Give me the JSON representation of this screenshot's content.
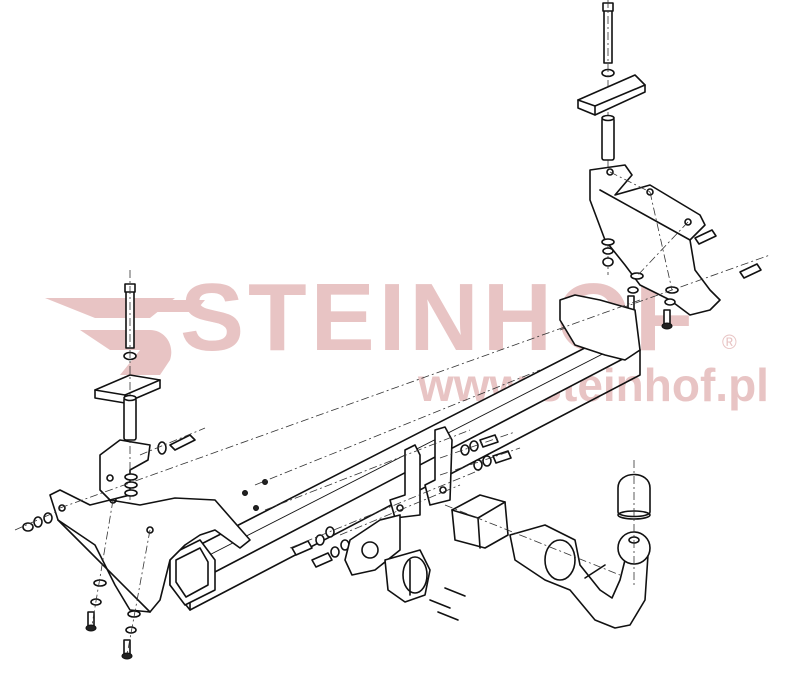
{
  "watermark": {
    "brand": "STEINHOF",
    "registered_mark": "®",
    "url": "www.steinhof.pl",
    "color": "#e8c4c4"
  },
  "diagram": {
    "type": "exploded-assembly",
    "subject": "tow bar (towing hitch) mounting kit",
    "components": [
      "main crossbar tube",
      "left side bracket",
      "right side bracket",
      "left clamp plate with long bolt",
      "right clamp plate with long bolt",
      "spacer sleeves",
      "ball neck with tow ball",
      "tow ball cover cap",
      "socket plate",
      "electrical socket",
      "ball neck receiver block",
      "bolts, washers and nuts"
    ]
  }
}
